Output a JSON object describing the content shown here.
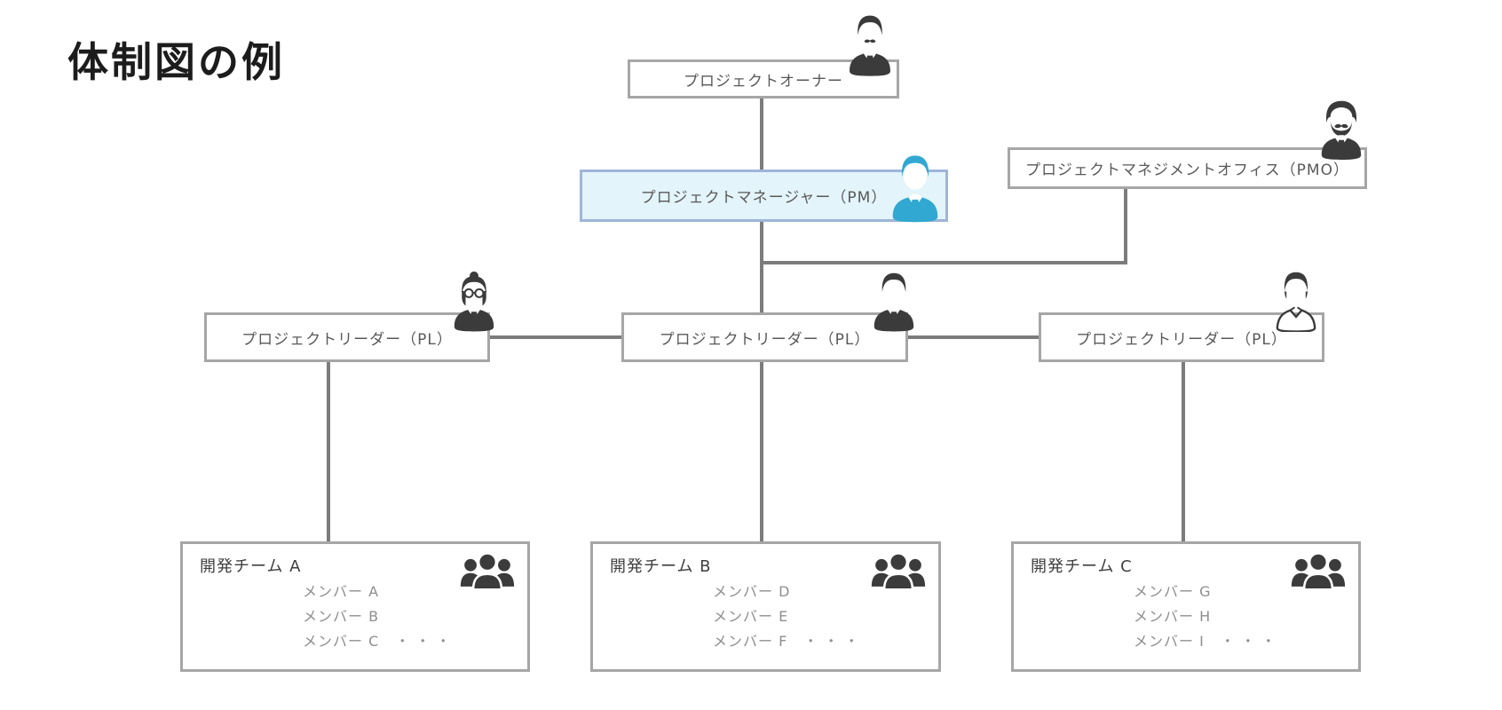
{
  "page": {
    "title": "体制図の例"
  },
  "colors": {
    "line": "#7c7c7c",
    "box_border": "#a6a6a6",
    "box_text": "#595959",
    "pm_fill": "#e3f4fa",
    "pm_border": "#9fb5d9",
    "pm_icon": "#31a8d1",
    "icon_dark": "#3b3b3b",
    "team_text": "#3f3f3f",
    "member_text": "#8f8f8f"
  },
  "nodes": {
    "owner": {
      "label": "プロジェクトオーナー",
      "icon": "businessman-mustache-icon"
    },
    "pm": {
      "label": "プロジェクトマネージャー（PM）",
      "icon": "businessman-blue-icon",
      "highlighted": true
    },
    "pmo": {
      "label": "プロジェクトマネジメントオフィス（PMO）",
      "icon": "bearded-man-icon"
    },
    "pl_left": {
      "label": "プロジェクトリーダー（PL）",
      "icon": "woman-glasses-icon"
    },
    "pl_center": {
      "label": "プロジェクトリーダー（PL）",
      "icon": "businessman-icon"
    },
    "pl_right": {
      "label": "プロジェクトリーダー（PL）",
      "icon": "young-man-icon"
    },
    "team_a": {
      "title": "開発チーム A",
      "icon": "team-group-icon",
      "members": [
        {
          "name": "メンバー A",
          "suffix": ""
        },
        {
          "name": "メンバー B",
          "suffix": ""
        },
        {
          "name": "メンバー C",
          "suffix": "・・・"
        }
      ]
    },
    "team_b": {
      "title": "開発チーム B",
      "icon": "team-group-icon",
      "members": [
        {
          "name": "メンバー D",
          "suffix": ""
        },
        {
          "name": "メンバー E",
          "suffix": ""
        },
        {
          "name": "メンバー F",
          "suffix": "・・・"
        }
      ]
    },
    "team_c": {
      "title": "開発チーム C",
      "icon": "team-group-icon",
      "members": [
        {
          "name": "メンバー G",
          "suffix": ""
        },
        {
          "name": "メンバー H",
          "suffix": ""
        },
        {
          "name": "メンバー I",
          "suffix": "・・・"
        }
      ]
    }
  }
}
